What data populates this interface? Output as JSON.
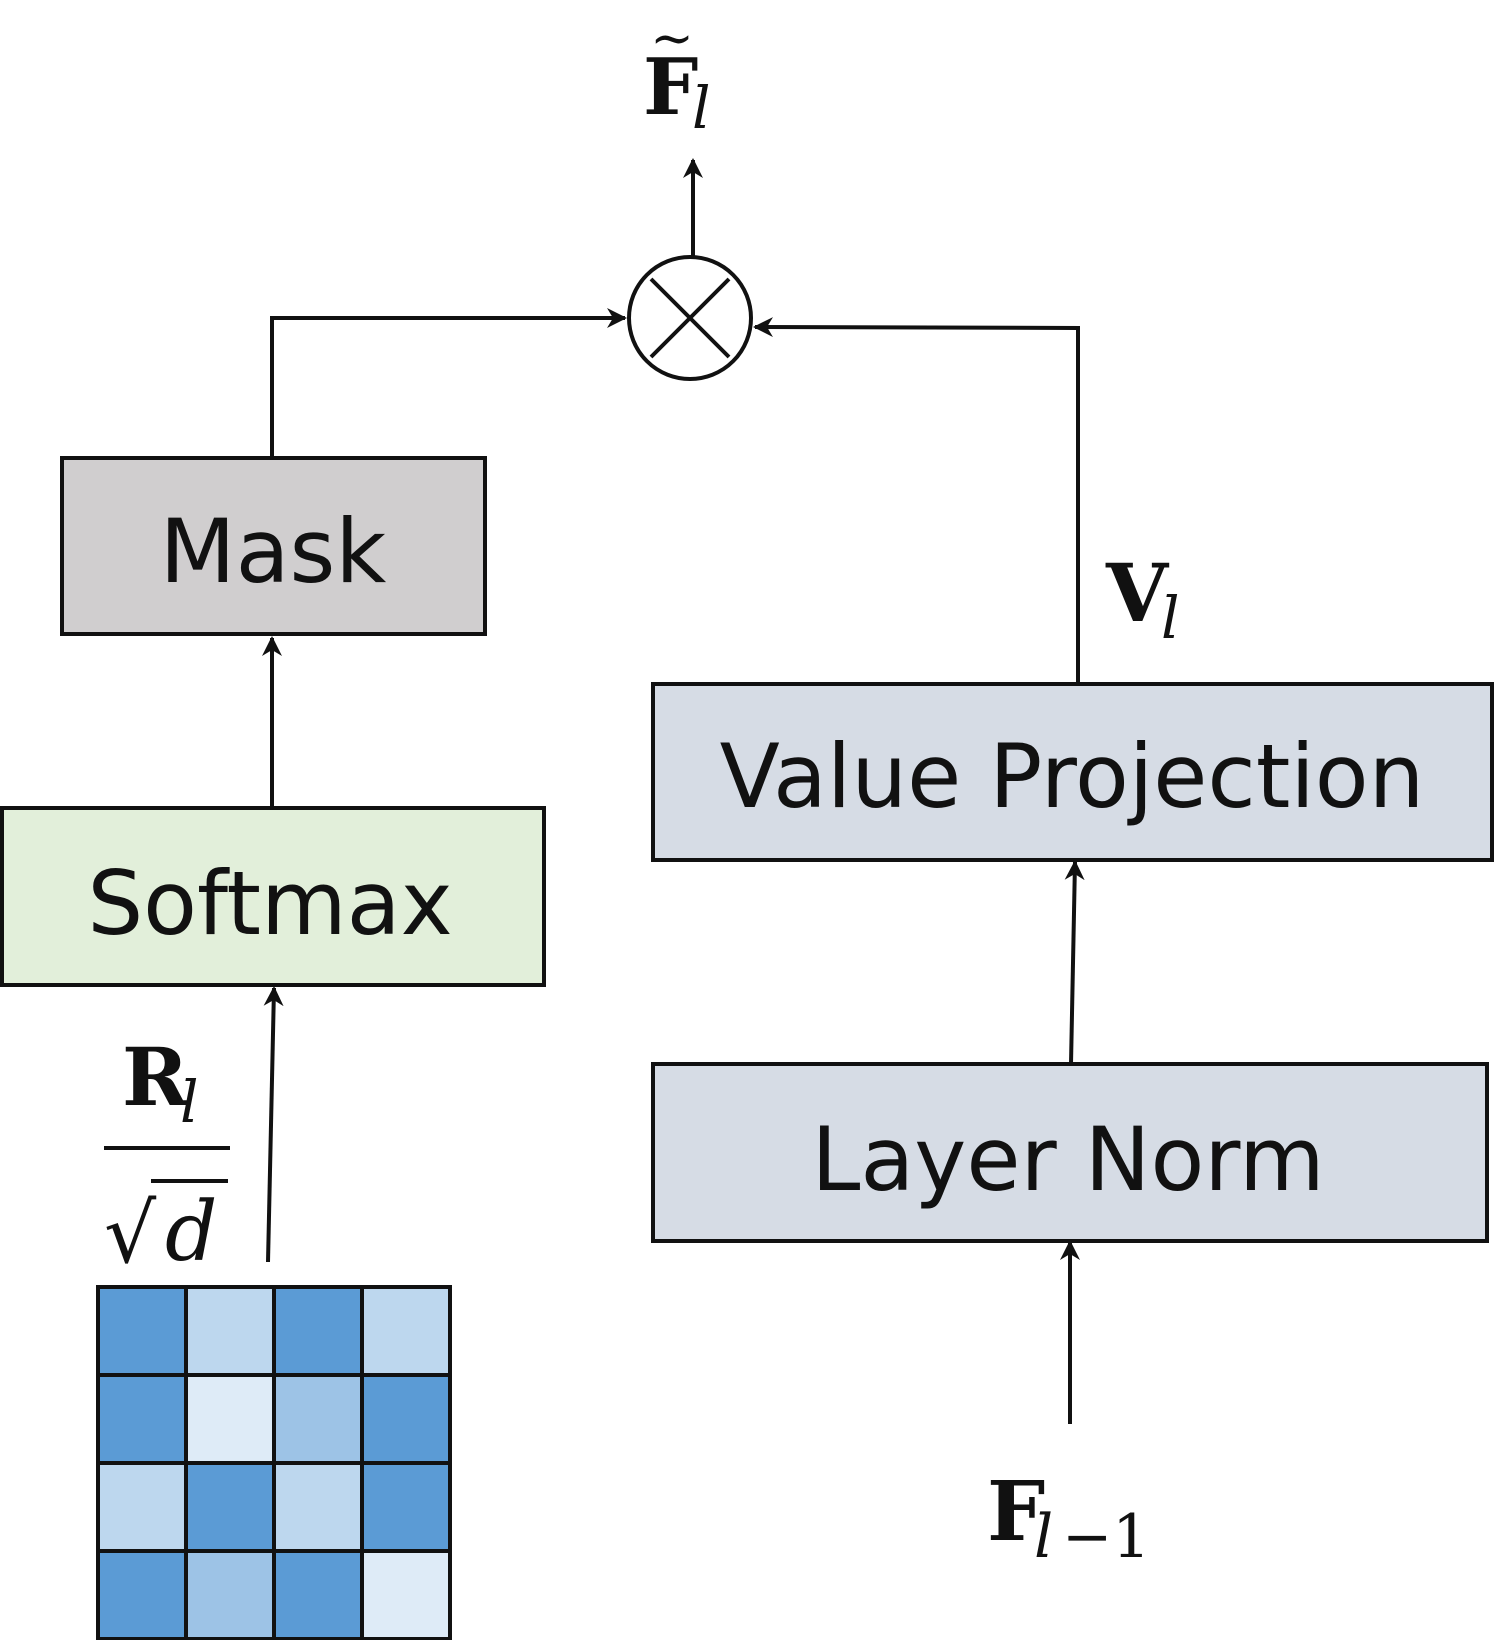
{
  "boxes": {
    "mask": {
      "label": "Mask",
      "fill": "#d0cecf"
    },
    "softmax": {
      "label": "Softmax",
      "fill": "#e2efda"
    },
    "value_projection": {
      "label": "Value Projection",
      "fill": "#d6dce5"
    },
    "layer_norm": {
      "label": "Layer Norm",
      "fill": "#d6dce5"
    }
  },
  "symbols": {
    "output": {
      "base": "F",
      "sub": "l",
      "accent": "~"
    },
    "value": {
      "base": "V",
      "sub": "l"
    },
    "input": {
      "base": "F",
      "sub": "l",
      "sub_suffix": "−1"
    },
    "scaled_scores": {
      "numerator_base": "R",
      "numerator_sub": "l",
      "radical": "√",
      "denominator_var": "d"
    }
  },
  "operator": {
    "name": "multiply-icon",
    "glyph": "×"
  },
  "matrix": {
    "rows": 4,
    "cols": 4,
    "cells": [
      [
        "dark",
        "light",
        "dark",
        "light"
      ],
      [
        "dark",
        "pale",
        "mid",
        "dark"
      ],
      [
        "light",
        "dark",
        "light",
        "dark"
      ],
      [
        "dark",
        "mid",
        "dark",
        "pale"
      ]
    ],
    "palette": {
      "dark": "#5b9bd5",
      "mid": "#9dc3e6",
      "light": "#bdd7ee",
      "pale": "#deebf7"
    }
  },
  "colors": {
    "stroke": "#111111"
  }
}
